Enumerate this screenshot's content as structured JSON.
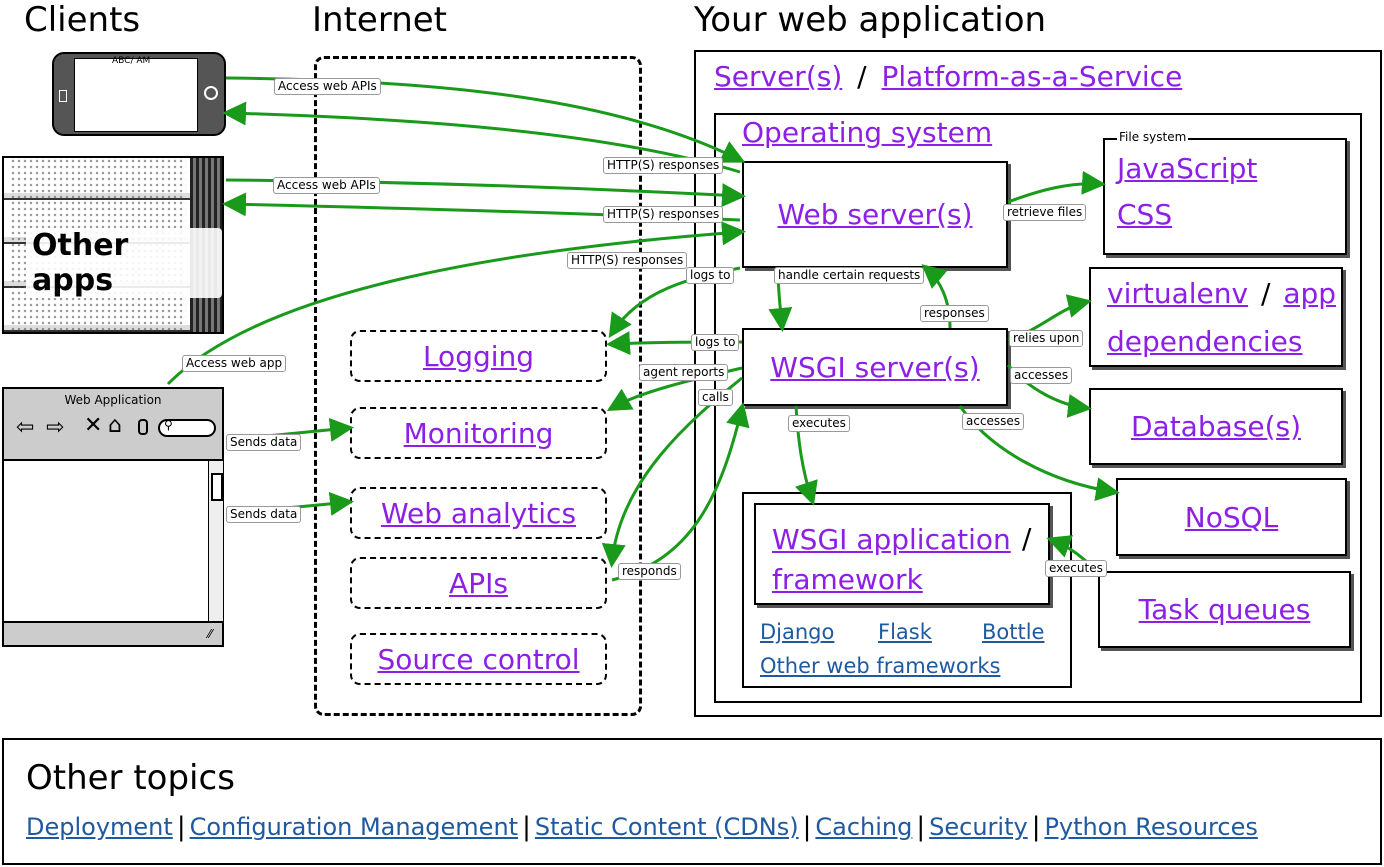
{
  "headings": {
    "clients": "Clients",
    "internet": "Internet",
    "webapp": "Your web application"
  },
  "webapp": {
    "servers": "Server(s)",
    "slash": "/",
    "paas": "Platform-as-a-Service",
    "os": "Operating system",
    "web_server": "Web server(s)",
    "file_system_caption": "File system",
    "javascript": "JavaScript",
    "css": "CSS",
    "virtualenv": "virtualenv",
    "app_dependencies_1": "app",
    "app_dependencies_2": "dependencies",
    "wsgi_server": "WSGI server(s)",
    "databases": "Database(s)",
    "nosql": "NoSQL",
    "wsgi_app": "WSGI application",
    "framework": "framework",
    "task_queues": "Task queues",
    "django": "Django",
    "flask": "Flask",
    "bottle": "Bottle",
    "other_frameworks": "Other web frameworks"
  },
  "internet": {
    "logging": "Logging",
    "monitoring": "Monitoring",
    "web_analytics": "Web analytics",
    "apis": "APIs",
    "source_control": "Source control"
  },
  "clients": {
    "other_apps": "Other apps",
    "browser_title": "Web Application",
    "phone_status": "ABC/ AM"
  },
  "edge_labels": {
    "access_web_apis_1": "Access web APIs",
    "http_responses_1": "HTTP(S) responses",
    "access_web_apis_2": "Access web APIs",
    "http_responses_2": "HTTP(S) responses",
    "http_responses_3": "HTTP(S) responses",
    "logs_to_1": "logs to",
    "handle_certain": "handle certain requests",
    "retrieve_files": "retrieve files",
    "responses": "responses",
    "relies_upon": "relies upon",
    "accesses_1": "accesses",
    "accesses_2": "accesses",
    "logs_to_2": "logs to",
    "agent_reports": "agent reports",
    "calls": "calls",
    "executes_1": "executes",
    "executes_2": "executes",
    "access_web_app": "Access web app",
    "sends_data_1": "Sends data",
    "sends_data_2": "Sends data",
    "responds": "responds"
  },
  "other_topics": {
    "title": "Other topics",
    "links": [
      "Deployment",
      "Configuration Management",
      "Static Content (CDNs)",
      "Caching",
      "Security",
      "Python Resources"
    ]
  },
  "colors": {
    "purple_link": "#8d1fe6",
    "blue_link": "#1f5aa0",
    "arrow_green": "#1a9a1a"
  }
}
